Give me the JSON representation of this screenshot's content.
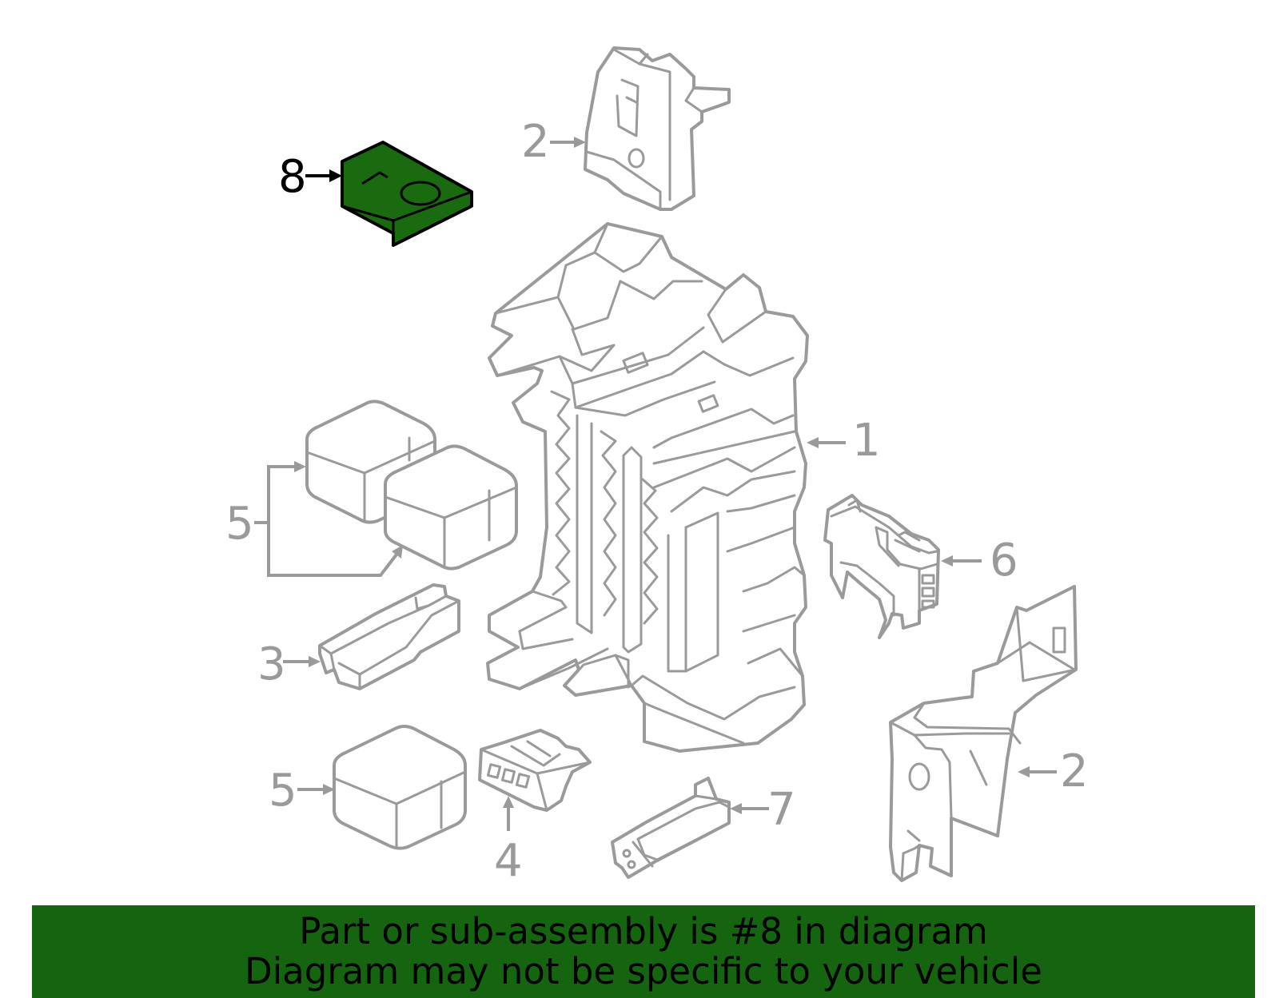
{
  "diagram": {
    "highlight_color": "#1a6b10",
    "line_color": "#9a9a9a",
    "callouts": [
      {
        "id": "c8",
        "label": "8",
        "highlighted": true
      },
      {
        "id": "c2a",
        "label": "2"
      },
      {
        "id": "c1",
        "label": "1"
      },
      {
        "id": "c5a",
        "label": "5"
      },
      {
        "id": "c6",
        "label": "6"
      },
      {
        "id": "c3",
        "label": "3"
      },
      {
        "id": "c2b",
        "label": "2"
      },
      {
        "id": "c5b",
        "label": "5"
      },
      {
        "id": "c7",
        "label": "7"
      },
      {
        "id": "c4",
        "label": "4"
      }
    ]
  },
  "banner": {
    "background": "#146410",
    "line1": "Part or sub-assembly is #8 in diagram",
    "line2": "Diagram may not be specific to your vehicle"
  }
}
